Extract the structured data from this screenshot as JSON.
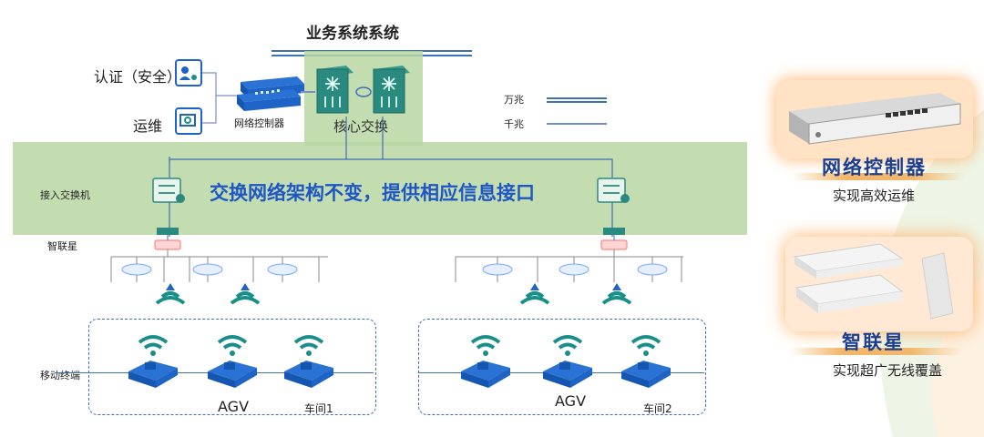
{
  "title": "业务系统系统",
  "left_labels": {
    "auth": "认证（安全）",
    "ops": "运维",
    "network_controller": "网络控制器",
    "access_switch": "接入交换机",
    "smart_star": "智联星",
    "mobile_terminal": "移动终端"
  },
  "core_label": "核心交换",
  "band_text": "交换网络架构不变，提供相应信息接口",
  "legend": {
    "ten_gig": "万兆",
    "gig": "千兆"
  },
  "workshops": [
    {
      "agv_label": "AGV",
      "name": "车间1"
    },
    {
      "agv_label": "AGV",
      "name": "车间2"
    }
  ],
  "right_panel": {
    "controller_title": "网络控制器",
    "controller_sub": "实现高效运维",
    "star_title": "智联星",
    "star_sub": "实现超广无线覆盖"
  },
  "colors": {
    "band": "#b9d7a3",
    "device_blue": "#1e63c6",
    "wifi_teal": "#1a8f8a",
    "title_blue": "#1b3f90"
  }
}
